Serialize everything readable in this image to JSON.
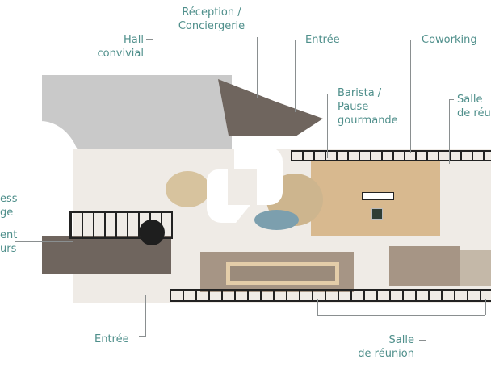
{
  "diagram": {
    "type": "floor-plan",
    "labels": {
      "reception": "Réception /\nConciergerie",
      "reception_l1": "Réception /",
      "reception_l2": "Conciergerie",
      "hall_l1": "Hall",
      "hall_l2": "convivial",
      "entree_top": "Entrée",
      "coworking": "Coworking",
      "barista_l1": "Barista /",
      "barista_l2": "Pause",
      "barista_l3": "gourmande",
      "salle_top_l1": "Salle",
      "salle_top_l2": "de réu",
      "fitness_l1": "ess",
      "fitness_l2": "ge",
      "left2_l1": "ent",
      "left2_l2": "urs",
      "entree_bottom": "Entrée",
      "salle_bottom_l1": "Salle",
      "salle_bottom_l2": "de réunion"
    },
    "colors": {
      "label": "#4f8f8b",
      "leader_line": "#8a8f90",
      "floor": "#efebe6",
      "grey_zone": "#c9c9c9",
      "deck": "#6f655e",
      "wood_floor": "#d8b98f",
      "railing": "#222222"
    }
  }
}
